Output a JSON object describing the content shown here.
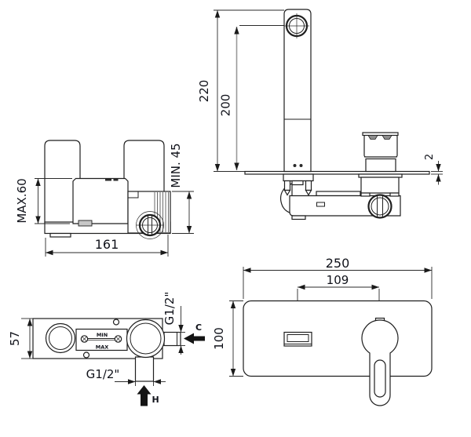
{
  "front_view": {
    "max_depth_label": "MAX.60",
    "min_depth_label": "MIN. 45",
    "width_label": "161"
  },
  "side_view": {
    "spout_height_label": "220",
    "outlet_height_label": "200",
    "plate_thickness_label": "2"
  },
  "top_view": {
    "depth_label": "57",
    "cold_thread_label": "G1/2\"",
    "cold_arrow_label": "C",
    "hot_thread_label": "G1/2\"",
    "hot_arrow_label": "H",
    "cartridge_min_label": "MIN",
    "cartridge_max_label": "MAX"
  },
  "plate_view": {
    "width_label": "250",
    "spout_to_handle_label": "109",
    "height_label": "100"
  },
  "colors": {
    "background": "#ffffff",
    "line": "#1f1f1f",
    "text": "#10121a"
  }
}
